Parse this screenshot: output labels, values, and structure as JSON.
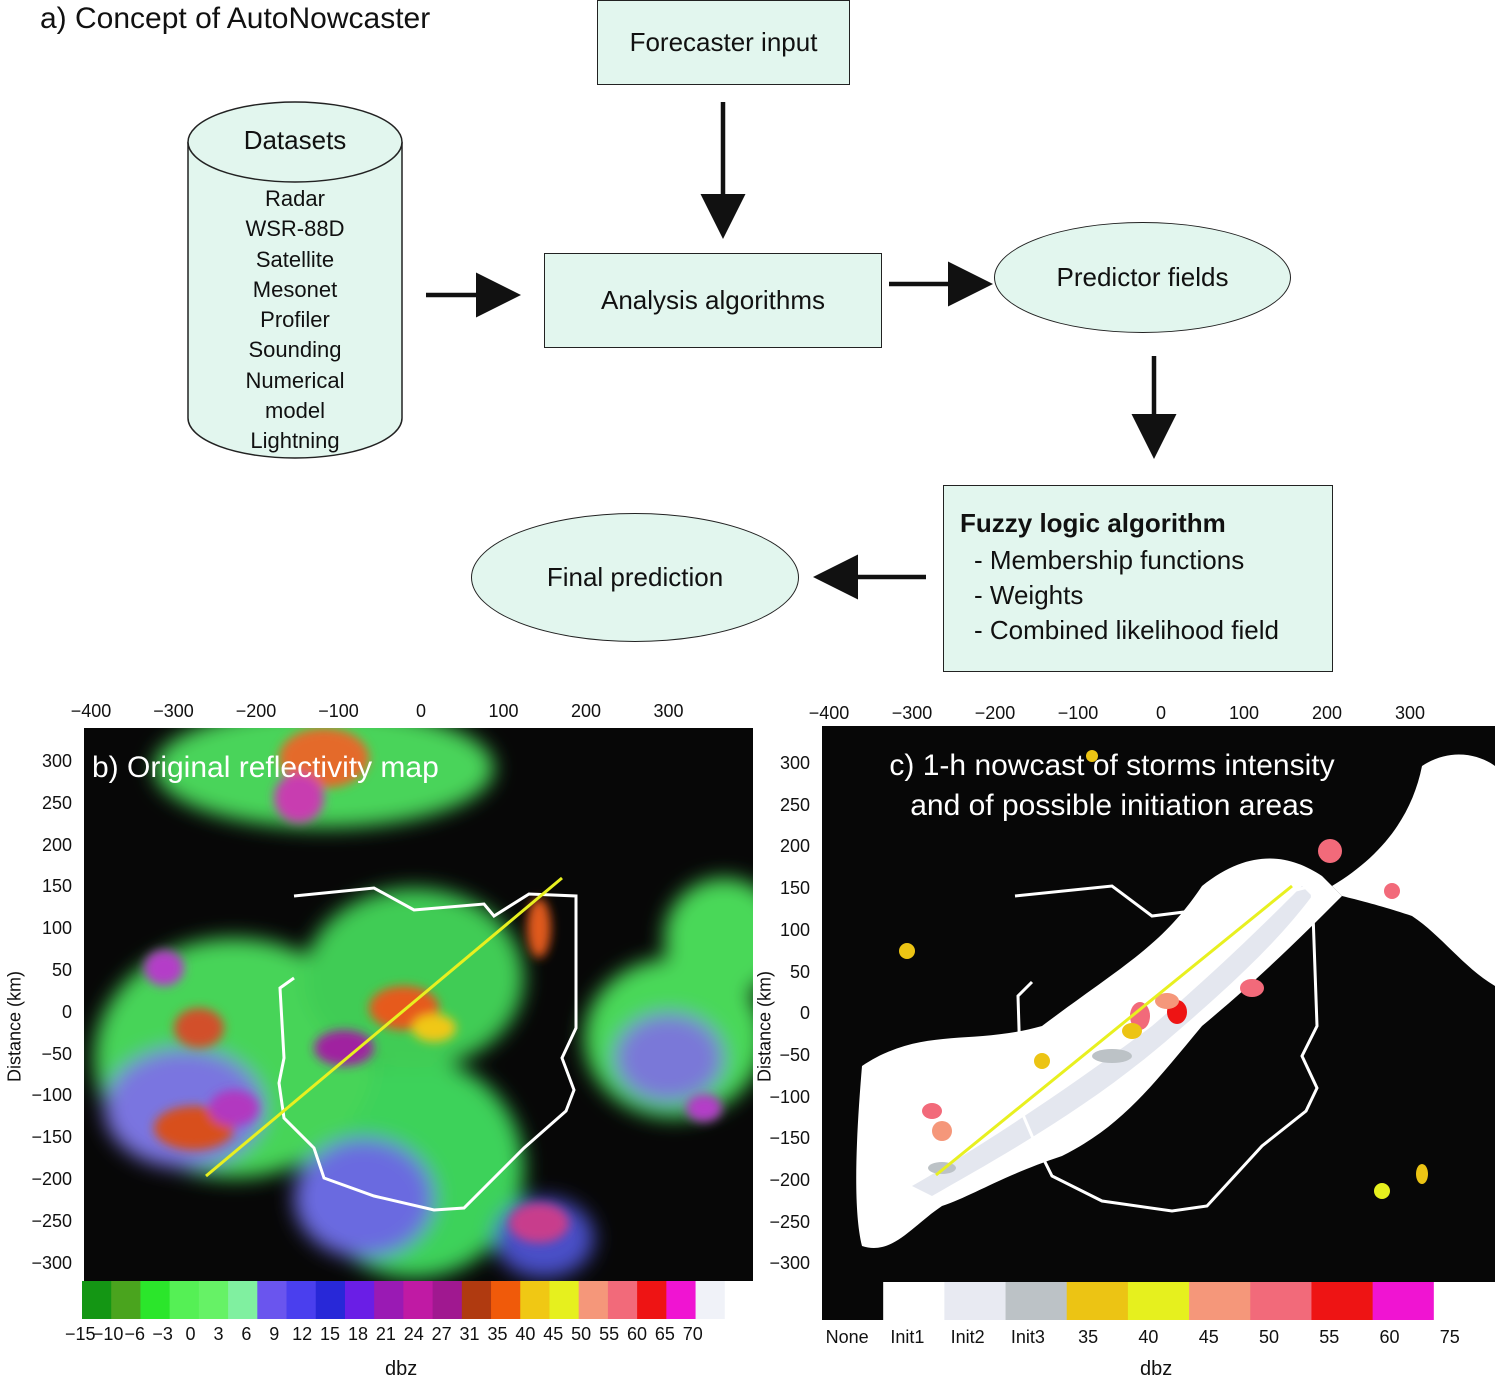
{
  "panel_a": {
    "title": "a) Concept of AutoNowcaster",
    "forecaster_input": "Forecaster input",
    "datasets_title": "Datasets",
    "datasets_items": [
      "Radar",
      "WSR-88D",
      "Satellite",
      "Mesonet",
      "Profiler",
      "Sounding",
      "Numerical",
      "model",
      "Lightning"
    ],
    "analysis_algorithms": "Analysis algorithms",
    "predictor_fields": "Predictor fields",
    "fuzzy_title": "Fuzzy logic algorithm",
    "fuzzy_items": [
      "- Membership functions",
      "- Weights",
      "- Combined likelihood field"
    ],
    "final_prediction": "Final prediction",
    "box_fill": "#e2f6ee"
  },
  "panel_b": {
    "title": "b) Original reflectivity map",
    "x_ticks": [
      "−400",
      "−300",
      "−200",
      "−100",
      "0",
      "100",
      "200",
      "300"
    ],
    "y_ticks": [
      "300",
      "250",
      "200",
      "150",
      "100",
      "50",
      "0",
      "−50",
      "−100",
      "−150",
      "−200",
      "−250",
      "−300"
    ],
    "y_label": "Distance (km)",
    "colorbar_labels": [
      "−15",
      "−10",
      "−6",
      "−3",
      "0",
      "3",
      "6",
      "9",
      "12",
      "15",
      "18",
      "21",
      "24",
      "27",
      "31",
      "35",
      "40",
      "45",
      "50",
      "55",
      "60",
      "65",
      "70"
    ],
    "colorbar_colors": [
      "#149614",
      "#4aa41e",
      "#2be62b",
      "#55f055",
      "#66f266",
      "#80f0a0",
      "#6a55ee",
      "#4a3fee",
      "#2828d8",
      "#6a1ee6",
      "#9a1ab4",
      "#c01aa4",
      "#a01890",
      "#b03a10",
      "#f05a0a",
      "#f0c814",
      "#e6f01e",
      "#f5977a",
      "#f26a7a",
      "#ee1414",
      "#f014d2",
      "#f0f2f8",
      "#ffffff"
    ],
    "colorbar_unit": "dbz"
  },
  "panel_c": {
    "title_line1": "c) 1-h nowcast of storms intensity",
    "title_line2": "and of possible initiation areas",
    "x_ticks": [
      "−400",
      "−300",
      "−200",
      "−100",
      "0",
      "100",
      "200",
      "300"
    ],
    "y_ticks": [
      "300",
      "250",
      "200",
      "150",
      "100",
      "50",
      "0",
      "−50",
      "−100",
      "−150",
      "−200",
      "−250",
      "−300"
    ],
    "y_label": "Distance (km)",
    "colorbar_labels": [
      "None",
      "Init1",
      "Init2",
      "Init3",
      "35",
      "40",
      "45",
      "50",
      "55",
      "60",
      "75"
    ],
    "colorbar_colors": [
      "#070707",
      "#ffffff",
      "#e8eaf2",
      "#bcc2c6",
      "#ecc414",
      "#e6f01e",
      "#f5977a",
      "#f26a7a",
      "#ee1414",
      "#f014d2",
      "#ffffff"
    ],
    "colorbar_unit": "dbz"
  }
}
